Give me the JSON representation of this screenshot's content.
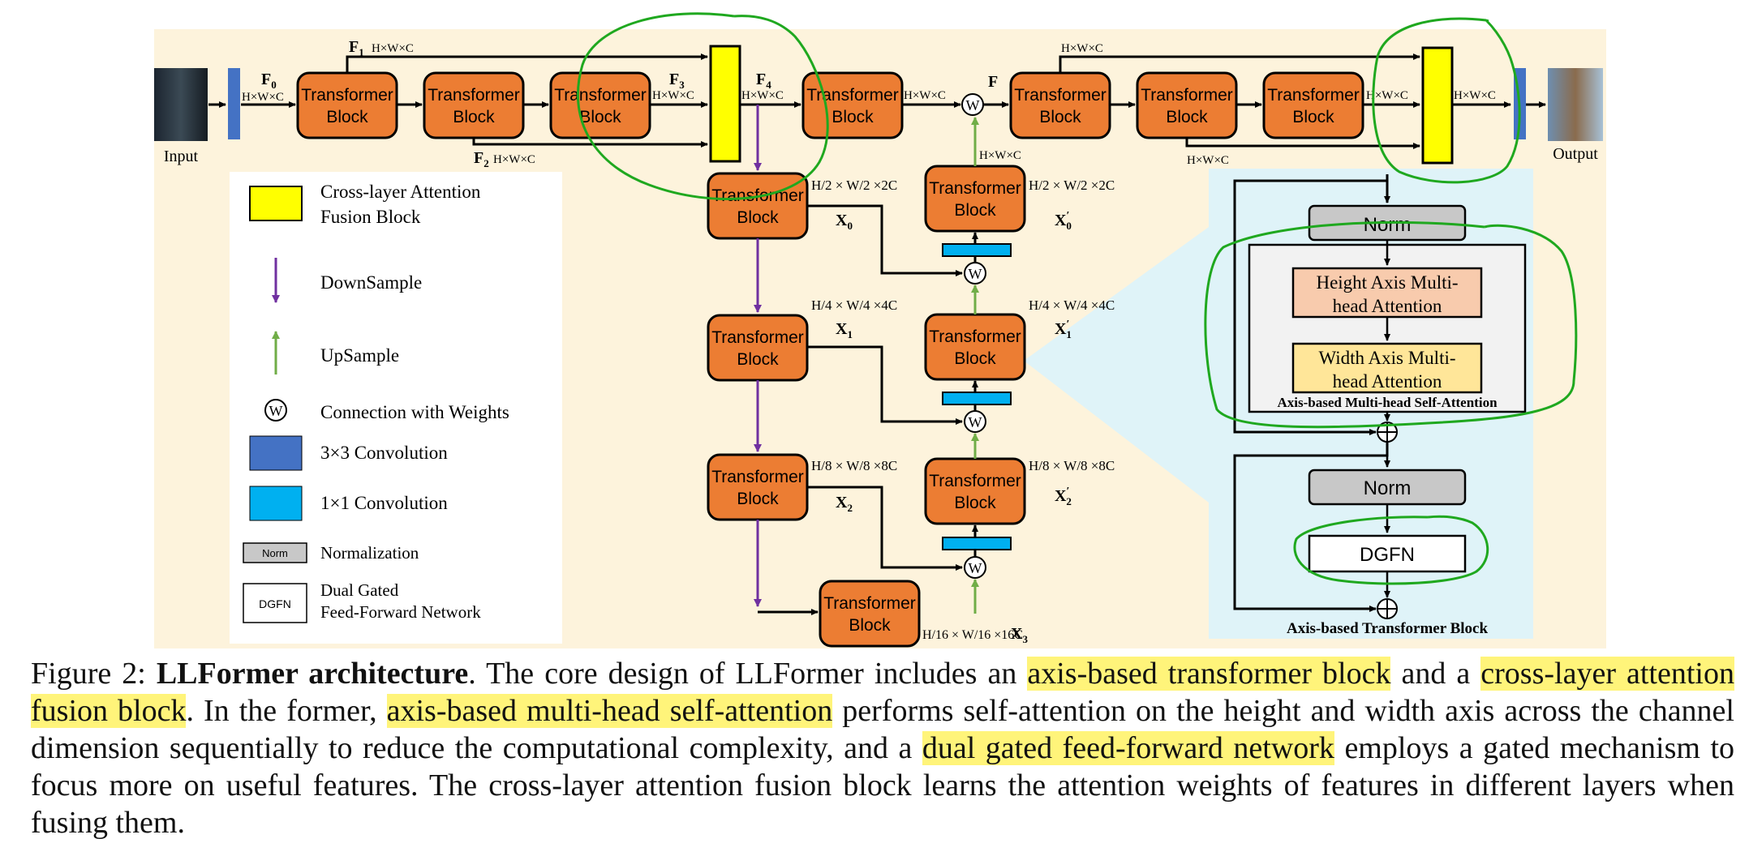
{
  "colors": {
    "panel_bg": "#fdf3dc",
    "transformer_block": "#ec7d33",
    "fusion_block": "#ffff00",
    "conv3": "#4472c4",
    "conv1": "#00b0f0",
    "norm": "#c8c8c8",
    "downsample_arrow": "#7030a0",
    "upsample_arrow": "#70ad47",
    "detail_bg": "#dff3f8",
    "height_attn": "#f8cbad",
    "width_attn": "#ffe699",
    "annotation_pen": "#1fa81f",
    "highlight": "#fff47a"
  },
  "labels": {
    "input": "Input",
    "output": "Output",
    "block_line1": "Transformer",
    "block_line2": "Block",
    "F0": "F",
    "F0_sub": "0",
    "F1": "F",
    "F1_sub": "1",
    "F2": "F",
    "F2_sub": "2",
    "F3": "F",
    "F3_sub": "3",
    "F4": "F",
    "F4_sub": "4",
    "F": "F",
    "hwc": "H×W×C",
    "X0": "X",
    "X0_sub": "0",
    "X1": "X",
    "X1_sub": "1",
    "X2": "X",
    "X2_sub": "2",
    "X3": "X",
    "X3_sub": "3",
    "X0p": "X",
    "X0p_sub": "0",
    "X1p": "X",
    "X1p_sub": "1",
    "X2p": "X",
    "X2p_sub": "2",
    "prime": "′",
    "dim_half": "H/2 × W/2 ×2C",
    "dim_quarter": "H/4 × W/4 ×4C",
    "dim_eighth": "H/8 × W/8 ×8C",
    "dim_sixteenth": "H/16 × W/16 ×16C",
    "weight_symbol": "W"
  },
  "legend": {
    "fusion_line1": "Cross-layer Attention",
    "fusion_line2": "Fusion Block",
    "downsample": "DownSample",
    "upsample": "UpSample",
    "weights": "Connection with Weights",
    "conv3": "3×3  Convolution",
    "conv1": "1×1  Convolution",
    "norm_box": "Norm",
    "normalization": "Normalization",
    "dgfn_box": "DGFN",
    "dgfn_line1": "Dual Gated",
    "dgfn_line2": "Feed-Forward Network"
  },
  "detail": {
    "norm": "Norm",
    "height_line1": "Height Axis Multi-",
    "height_line2": "head Attention",
    "width_line1": "Width Axis Multi-",
    "width_line2": "head Attention",
    "axis_msa": "Axis-based Multi-head Self-Attention",
    "norm2": "Norm",
    "dgfn": "DGFN",
    "title": "Axis-based Transformer Block"
  },
  "caption": {
    "fig": "Figure 2: ",
    "bold": "LLFormer architecture",
    "t1": ". The core design of LLFormer includes an ",
    "h1": "axis-based transformer block",
    "t2": " and a ",
    "h2": "cross-layer attention fusion block",
    "t3": ". In the former, ",
    "h3": "axis-based multi-head self-attention",
    "t4": " performs self-attention on the height and width axis across the channel dimension sequentially to reduce the computational complexity, and a ",
    "h4": "dual gated feed-forward network",
    "t5": " employs a gated mechanism to focus more on useful features. The cross-layer attention fusion block learns the attention weights of features in different layers when fusing them."
  }
}
